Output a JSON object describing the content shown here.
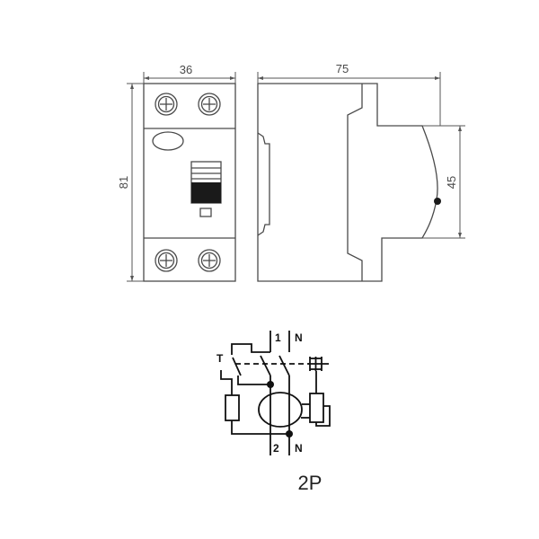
{
  "front_view": {
    "width_label": "36",
    "height_label": "81"
  },
  "side_view": {
    "depth_label": "75",
    "front_height_label": "45"
  },
  "schematic": {
    "label_top_1": "1",
    "label_top_n": "N",
    "label_bottom_2": "2",
    "label_bottom_n": "N",
    "label_test": "T",
    "pole_label": "2P"
  },
  "colors": {
    "outline": "#4a4a4a",
    "schematic": "#111111",
    "background": "#ffffff"
  }
}
